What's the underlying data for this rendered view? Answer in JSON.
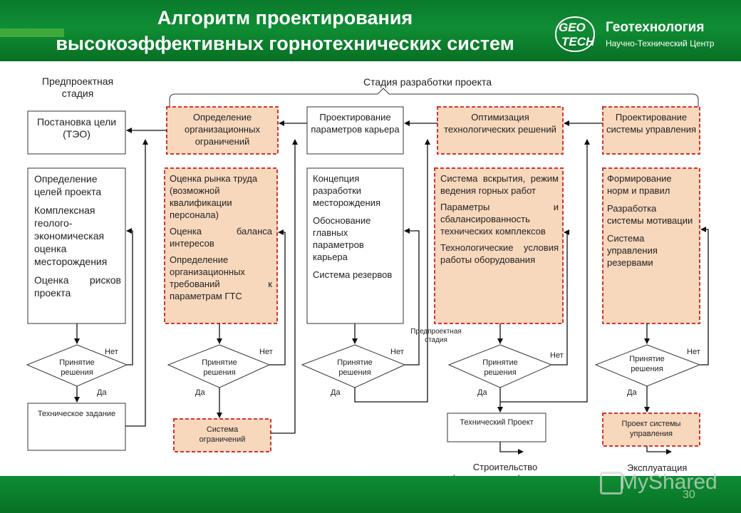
{
  "title": {
    "line1": "Алгоритм проектирования",
    "line2": "высокоэффективных горнотехнических систем"
  },
  "logo": {
    "mark": "GEO TECH",
    "name": "Геотехнология",
    "sub": "Научно-Технический Центр"
  },
  "labels": {
    "pre_stage": "Предпроектная стадия",
    "dev_stage": "Стадия разработки проекта",
    "pre_stage_small": "Предпроектная стадия",
    "construction": "Строительство (реконструкция) карьера",
    "operation": "Эксплуатация"
  },
  "columns": [
    {
      "header": "Постановка цели (ТЭО)",
      "items": [
        "Определение целей проекта",
        "Комплексная геолого-экономическая оценка месторождения",
        "Оценка рисков проекта"
      ],
      "decision": "Принятие решения",
      "no": "Нет",
      "yes": "Да",
      "output": "Техническое задание"
    },
    {
      "header": "Определение организационных ограничений",
      "items": [
        "Оценка рынка труда (возможной квалификации персонала)",
        "Оценка баланса интересов",
        "Определение организационных требований к параметрам ГТС"
      ],
      "decision": "Принятие решения",
      "no": "Нет",
      "yes": "Да",
      "output": "Система ограничений"
    },
    {
      "header": "Проектирование параметров карьера",
      "items": [
        "Концепция разработки месторождения",
        "Обоснование главных параметров карьера",
        "Система резервов"
      ],
      "decision": "Принятие решения",
      "no": "Нет",
      "yes": "Да"
    },
    {
      "header": "Оптимизация технологических решений",
      "items": [
        "Система вскрытия, режим ведения горных работ",
        "Параметры и сбалансированность технических комплексов",
        "Технологические условия работы оборудования"
      ],
      "decision": "Принятие решения",
      "no": "Нет",
      "yes": "Да",
      "output": "Технический Проект"
    },
    {
      "header": "Проектирование системы управления",
      "items": [
        "Формирование норм и правил",
        "Разработка системы мотивации",
        "Система управления резервами"
      ],
      "decision": "Принятие решения",
      "no": "Нет",
      "yes": "Да",
      "output": "Проект системы управления"
    }
  ],
  "watermark": "MyShared",
  "slide_number": "30",
  "colors": {
    "header_green": "#0f8d34",
    "red_dashed": "#d8322a",
    "pink_fill": "#f8d8bd"
  }
}
